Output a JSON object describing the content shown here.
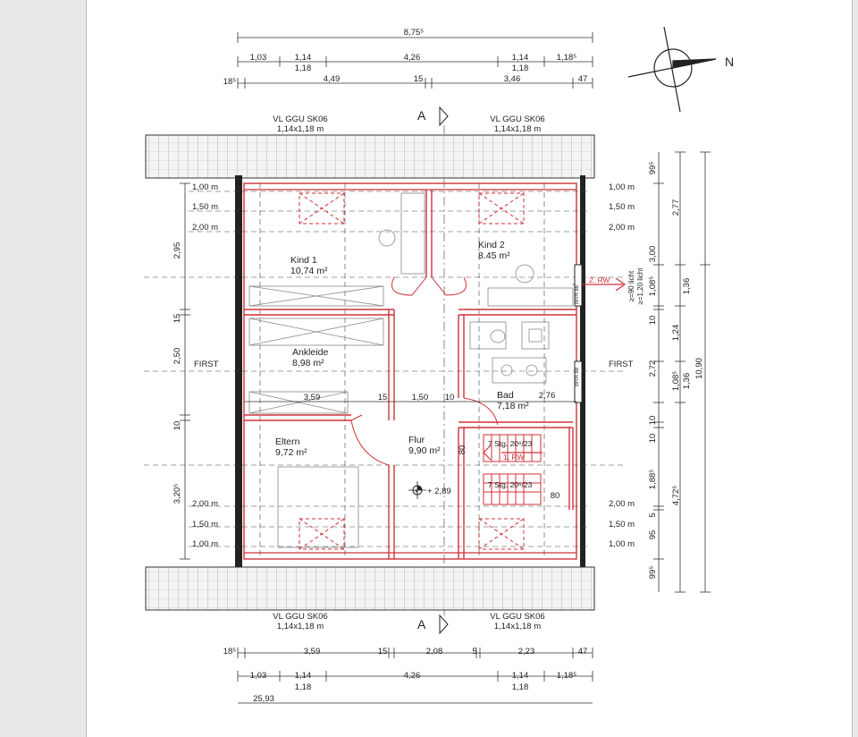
{
  "dimensions_top": {
    "overall": "8,75⁵",
    "row2": [
      "1,03",
      "1,14",
      "1,18",
      "4,26",
      "1,14",
      "1,18",
      "1,18⁵"
    ],
    "row3": [
      "18⁵",
      "4,49",
      "15",
      "3,46",
      "47"
    ]
  },
  "dimensions_bottom": {
    "row1": [
      "18⁵",
      "3,59",
      "15",
      "2,08",
      "5",
      "2,23",
      "47"
    ],
    "row2": [
      "1,03",
      "1,14",
      "1,18",
      "4,26",
      "1,14",
      "1,18",
      "1,18⁵"
    ],
    "extra": "25,93"
  },
  "dimensions_left": [
    "2,95",
    "15",
    "2,50",
    "10",
    "3,20⁵"
  ],
  "dimensions_right_inner": [
    "99⁵",
    "3,00",
    "1,08⁵",
    "10",
    "1,24",
    "2,72",
    "1,08⁵",
    "10",
    "10",
    "1,88⁵",
    "5",
    "95",
    "99⁵"
  ],
  "dimensions_right_mid": [
    "1,36",
    "1,36",
    "4,72⁵"
  ],
  "dimensions_right_outer": [
    "2,77",
    "10,90"
  ],
  "window_openings": [
    "≥=90 licht",
    "≥=1,20 licht"
  ],
  "skylights": [
    {
      "type": "VL GGU SK06",
      "size": "1,14x1,18 m"
    },
    {
      "type": "VL GGU SK06",
      "size": "1,14x1,18 m"
    },
    {
      "type": "VL GGU SK06",
      "size": "1,14x1,18 m"
    },
    {
      "type": "VL GGU SK06",
      "size": "1,14x1,18 m"
    }
  ],
  "section_mark": "A",
  "north_label": "N",
  "ridge_label": "FIRST",
  "height_lines": [
    "1,00 m",
    "1,50 m",
    "2,00 m"
  ],
  "rooms": [
    {
      "name": "Kind 1",
      "area": "10,74 m²"
    },
    {
      "name": "Kind 2",
      "area": "8.45 m²"
    },
    {
      "name": "Ankleide",
      "area": "8,98 m²"
    },
    {
      "name": "Bad",
      "area": "7,18 m²"
    },
    {
      "name": "Eltern",
      "area": "9,72 m²"
    },
    {
      "name": "Flur",
      "area": "9,90 m²"
    }
  ],
  "inner_dims": {
    "d1": "3,59",
    "d2": "15",
    "d3": "1,50",
    "d4": "10",
    "d5": "2,76",
    "d6": "80",
    "d7": "80"
  },
  "stairs": [
    "7 Stg. 20⁶/23",
    "7 Stg. 20⁶/23"
  ],
  "escape_routes": [
    "1. RW",
    "2. RW"
  ],
  "brh_label": "BRH 88",
  "elevation": "+ 2,89",
  "colors": {
    "walls": "#d0323a",
    "lines": "#333333",
    "roof": "#f0f0f0"
  }
}
